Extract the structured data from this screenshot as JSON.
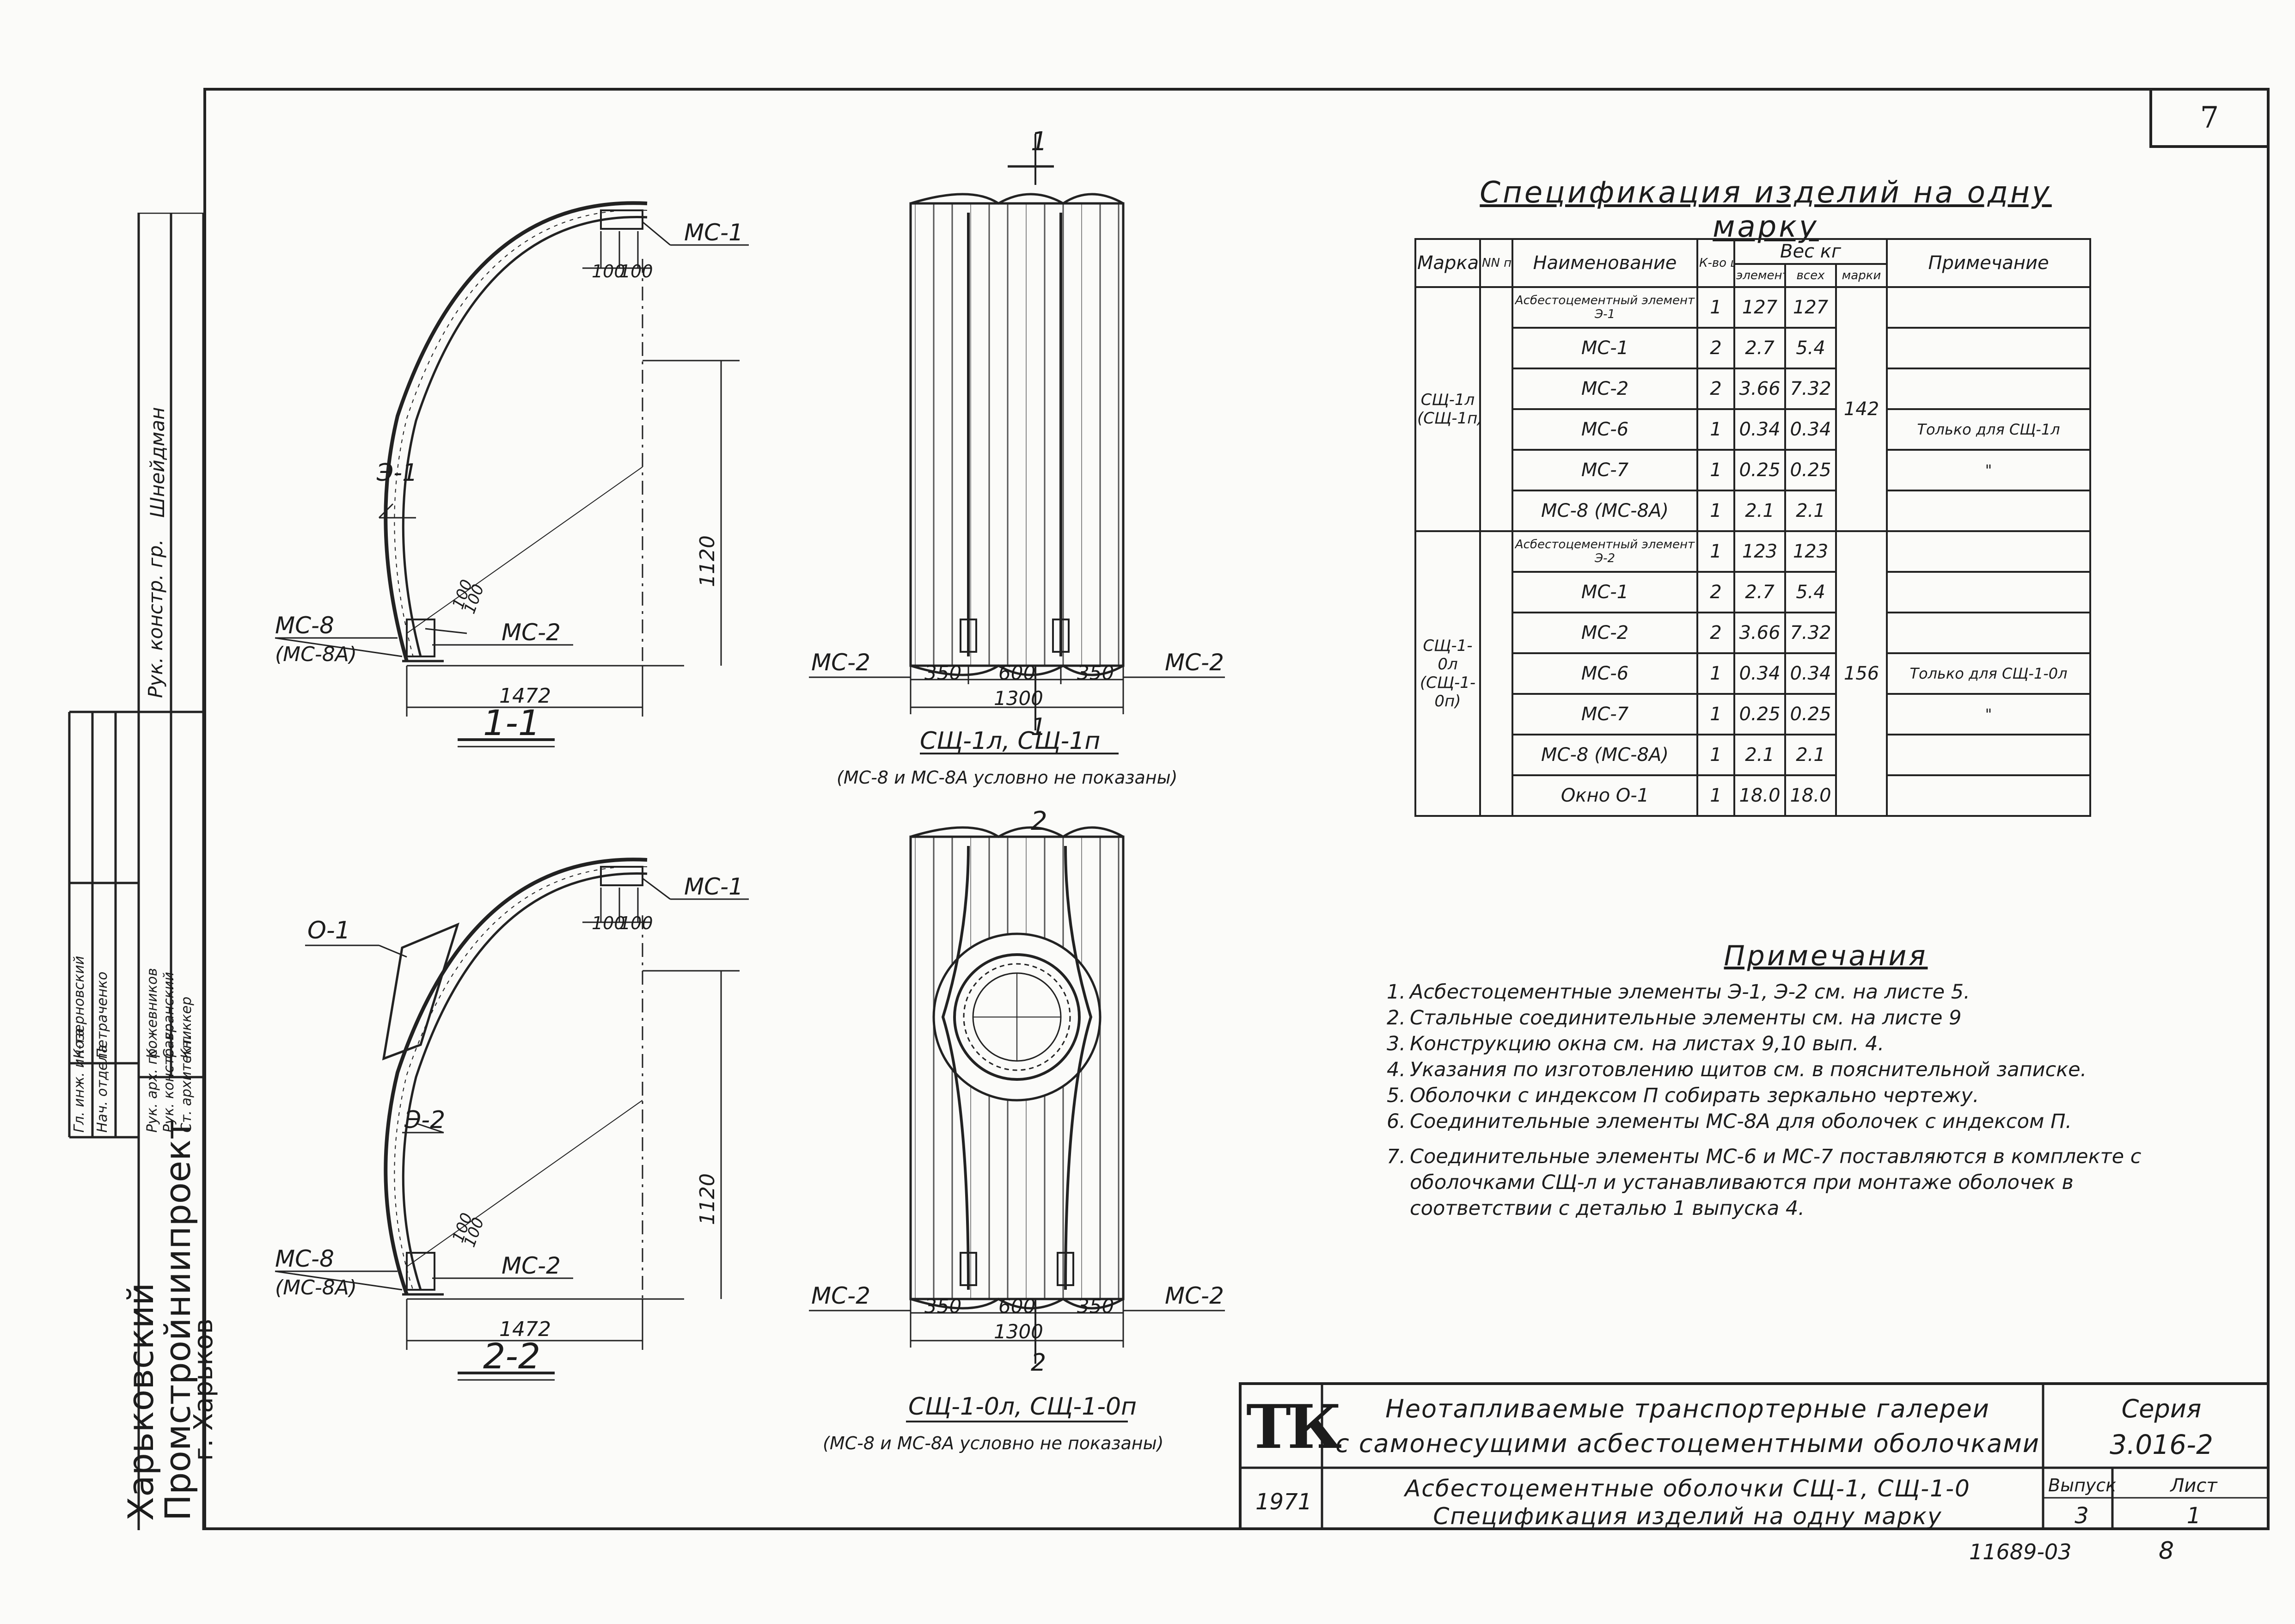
{
  "sheet_number": "7",
  "spec": {
    "title": "Спецификация изделий на одну марку",
    "header": {
      "marka": "Марка",
      "nn_poz": "NN поз.",
      "name": "Наименование",
      "qty": "К-во шт.",
      "weight": "Вес кг",
      "element": "элемента",
      "vsego": "всех",
      "marki": "марки",
      "note": "Примечание"
    },
    "groups": [
      {
        "marka": "СЩ-1л (СЩ-1п)",
        "total": "142",
        "rows": [
          {
            "name": "Асбестоцементный элемент Э-1",
            "qty": "1",
            "w": "127",
            "all": "127",
            "note": ""
          },
          {
            "name": "МС-1",
            "qty": "2",
            "w": "2.7",
            "all": "5.4",
            "note": ""
          },
          {
            "name": "МС-2",
            "qty": "2",
            "w": "3.66",
            "all": "7.32",
            "note": ""
          },
          {
            "name": "МС-6",
            "qty": "1",
            "w": "0.34",
            "all": "0.34",
            "note": "Только для СЩ-1л"
          },
          {
            "name": "МС-7",
            "qty": "1",
            "w": "0.25",
            "all": "0.25",
            "note": "\""
          },
          {
            "name": "МС-8 (МС-8А)",
            "qty": "1",
            "w": "2.1",
            "all": "2.1",
            "note": ""
          }
        ]
      },
      {
        "marka": "СЩ-1-0л (СЩ-1-0п)",
        "total": "156",
        "rows": [
          {
            "name": "Асбестоцементный элемент Э-2",
            "qty": "1",
            "w": "123",
            "all": "123",
            "note": ""
          },
          {
            "name": "МС-1",
            "qty": "2",
            "w": "2.7",
            "all": "5.4",
            "note": ""
          },
          {
            "name": "МС-2",
            "qty": "2",
            "w": "3.66",
            "all": "7.32",
            "note": ""
          },
          {
            "name": "МС-6",
            "qty": "1",
            "w": "0.34",
            "all": "0.34",
            "note": "Только для СЩ-1-0л"
          },
          {
            "name": "МС-7",
            "qty": "1",
            "w": "0.25",
            "all": "0.25",
            "note": "\""
          },
          {
            "name": "МС-8 (МС-8А)",
            "qty": "1",
            "w": "2.1",
            "all": "2.1",
            "note": ""
          },
          {
            "name": "Окно О-1",
            "qty": "1",
            "w": "18.0",
            "all": "18.0",
            "note": ""
          }
        ]
      }
    ]
  },
  "notes": {
    "title": "Примечания",
    "items": [
      {
        "n": "1.",
        "text": "Асбестоцементные элементы Э-1, Э-2 см. на листе 5."
      },
      {
        "n": "2.",
        "text": "Стальные соединительные элементы см. на листе 9"
      },
      {
        "n": "3.",
        "text": "Конструкцию окна см. на листах 9,10 вып. 4."
      },
      {
        "n": "4.",
        "text": "Указания по изготовлению щитов см. в пояснительной записке."
      },
      {
        "n": "5.",
        "text": "Оболочки с индексом П собирать зеркально чертежу."
      },
      {
        "n": "6.",
        "text": "Соединительные элементы МС-8А для оболочек с индексом П."
      },
      {
        "n": "7.",
        "text": "Соединительные элементы МС-6 и МС-7 поставляются в комплекте с оболочками СЩ-л и устанавливаются при монтаже оболочек в соответствии с деталью 1 выпуска 4."
      }
    ]
  },
  "drawings": {
    "section_1": {
      "title": "1-1",
      "ms1": "МС-1",
      "e": "Э-1",
      "ms8": "МС-8",
      "ms8a": "(МС-8А)",
      "ms2": "МС-2",
      "d100a": "100",
      "d100b": "100",
      "h": "1120",
      "w": "1472",
      "d100c": "100",
      "d100d": "100"
    },
    "section_2": {
      "title": "2-2",
      "ms1": "МС-1",
      "o": "О-1",
      "e": "Э-2",
      "ms8": "МС-8",
      "ms8a": "(МС-8А)",
      "ms2": "МС-2",
      "d100a": "100",
      "d100b": "100",
      "h": "1120",
      "w": "1472",
      "d100c": "100",
      "d100d": "100"
    },
    "panel_1": {
      "cut": "1",
      "ms2l": "МС-2",
      "ms2r": "МС-2",
      "d1": "350",
      "d2": "600",
      "d3": "350",
      "total": "1300",
      "caption": "СЩ-1л, СЩ-1п",
      "sub": "(МС-8 и МС-8А условно не показаны)"
    },
    "panel_2": {
      "cut": "2",
      "ms2l": "МС-2",
      "ms2r": "МС-2",
      "d1": "350",
      "d2": "600",
      "d3": "350",
      "total": "1300",
      "caption": "СЩ-1-0л, СЩ-1-0п",
      "sub": "(МС-8 и МС-8А условно не показаны)"
    }
  },
  "title_block": {
    "logo": "ТК",
    "year": "1971",
    "title1": "Неотапливаемые транспортерные галереи",
    "title2": "с самонесущими асбестоцементными оболочками",
    "sub1": "Асбестоцементные оболочки СЩ-1, СЩ-1-0",
    "sub2": "Спецификация изделий на одну марку",
    "seria_label": "Серия",
    "seria": "3.016-2",
    "vypusk_label": "Выпуск",
    "vypusk": "3",
    "list_label": "Лист",
    "list": "1",
    "code": "11689-03",
    "page": "8"
  },
  "side": {
    "org1": "Харьковский",
    "org2": "Промстройниипроект",
    "org3": "г. Харьков",
    "roles": [
      "Гл. инж. ин-та",
      "Нач. отдела",
      "Рук. арх. гр.",
      "Рук. констр. гр.",
      "Ст. архитект."
    ],
    "names": [
      "Козерновский",
      "Петраченко",
      "Кожевников",
      "Савранский",
      "Книккер"
    ],
    "role_top": "Рук. констр. гр.",
    "name_top": "Шнейдман"
  }
}
